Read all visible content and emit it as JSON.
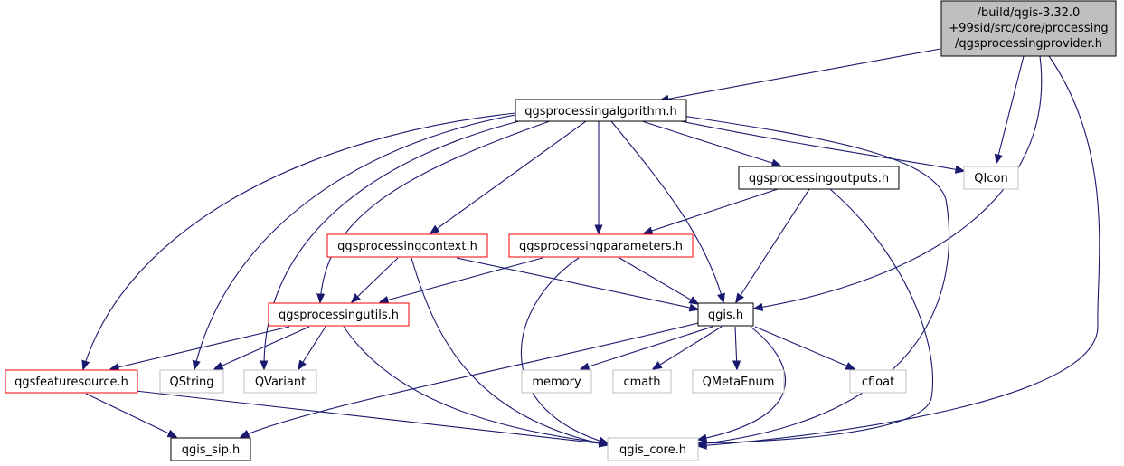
{
  "diagram": {
    "root": {
      "lines": [
        "/build/qgis-3.32.0",
        "+99sid/src/core/processing",
        "/qgsprocessingprovider.h"
      ],
      "style": "root"
    },
    "nodes": {
      "alg": {
        "label": "qgsprocessingalgorithm.h",
        "style": "documented"
      },
      "outputs": {
        "label": "qgsprocessingoutputs.h",
        "style": "documented"
      },
      "qicon": {
        "label": "QIcon",
        "style": "external"
      },
      "context": {
        "label": "qgsprocessingcontext.h",
        "style": "truncated"
      },
      "params": {
        "label": "qgsprocessingparameters.h",
        "style": "truncated"
      },
      "utils": {
        "label": "qgsprocessingutils.h",
        "style": "truncated"
      },
      "qgis": {
        "label": "qgis.h",
        "style": "documented"
      },
      "feature": {
        "label": "qgsfeaturesource.h",
        "style": "truncated"
      },
      "qstring": {
        "label": "QString",
        "style": "external"
      },
      "qvariant": {
        "label": "QVariant",
        "style": "external"
      },
      "memory": {
        "label": "memory",
        "style": "external"
      },
      "cmath": {
        "label": "cmath",
        "style": "external"
      },
      "qmetaenum": {
        "label": "QMetaEnum",
        "style": "external"
      },
      "cfloat": {
        "label": "cfloat",
        "style": "external"
      },
      "sip": {
        "label": "qgis_sip.h",
        "style": "documented"
      },
      "core": {
        "label": "qgis_core.h",
        "style": "external"
      }
    },
    "edges": [
      [
        "root",
        "alg"
      ],
      [
        "root",
        "qicon"
      ],
      [
        "root",
        "qgis"
      ],
      [
        "root",
        "core"
      ],
      [
        "alg",
        "outputs"
      ],
      [
        "alg",
        "qicon"
      ],
      [
        "alg",
        "context"
      ],
      [
        "alg",
        "params"
      ],
      [
        "alg",
        "utils"
      ],
      [
        "alg",
        "qgis"
      ],
      [
        "alg",
        "feature"
      ],
      [
        "alg",
        "qstring"
      ],
      [
        "alg",
        "qvariant"
      ],
      [
        "alg",
        "core"
      ],
      [
        "outputs",
        "params"
      ],
      [
        "outputs",
        "qgis"
      ],
      [
        "outputs",
        "core"
      ],
      [
        "context",
        "utils"
      ],
      [
        "context",
        "qgis"
      ],
      [
        "context",
        "core"
      ],
      [
        "params",
        "utils"
      ],
      [
        "params",
        "qgis"
      ],
      [
        "params",
        "core"
      ],
      [
        "utils",
        "feature"
      ],
      [
        "utils",
        "qstring"
      ],
      [
        "utils",
        "qvariant"
      ],
      [
        "utils",
        "core"
      ],
      [
        "qgis",
        "memory"
      ],
      [
        "qgis",
        "cmath"
      ],
      [
        "qgis",
        "qmetaenum"
      ],
      [
        "qgis",
        "cfloat"
      ],
      [
        "qgis",
        "sip"
      ],
      [
        "qgis",
        "core"
      ],
      [
        "feature",
        "sip"
      ],
      [
        "feature",
        "core"
      ]
    ],
    "colors": {
      "edge": "#191970",
      "root_fill": "#bfbfbf",
      "root_border": "#000000",
      "documented_border": "#000000",
      "truncated_border": "#ff0000",
      "external_border": "#bfbfbf",
      "text": "#000000"
    }
  }
}
